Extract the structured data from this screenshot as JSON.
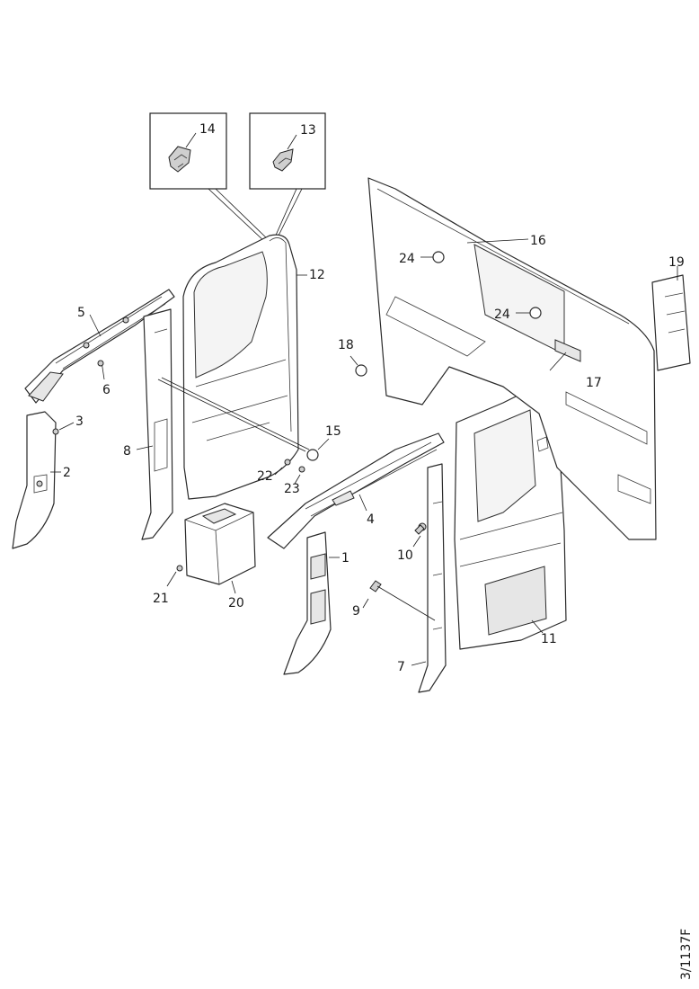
{
  "diagram": {
    "callouts": [
      {
        "id": "c14",
        "text": "14"
      },
      {
        "id": "c13",
        "text": "13"
      },
      {
        "id": "c12",
        "text": "12"
      },
      {
        "id": "c5",
        "text": "5"
      },
      {
        "id": "c6",
        "text": "6"
      },
      {
        "id": "c3",
        "text": "3"
      },
      {
        "id": "c2",
        "text": "2"
      },
      {
        "id": "c8",
        "text": "8"
      },
      {
        "id": "c15",
        "text": "15"
      },
      {
        "id": "c22",
        "text": "22"
      },
      {
        "id": "c23",
        "text": "23"
      },
      {
        "id": "c21",
        "text": "21"
      },
      {
        "id": "c20",
        "text": "20"
      },
      {
        "id": "c1",
        "text": "1"
      },
      {
        "id": "c4",
        "text": "4"
      },
      {
        "id": "c10",
        "text": "10"
      },
      {
        "id": "c9",
        "text": "9"
      },
      {
        "id": "c7",
        "text": "7"
      },
      {
        "id": "c11",
        "text": "11"
      },
      {
        "id": "c16",
        "text": "16"
      },
      {
        "id": "c19",
        "text": "19"
      },
      {
        "id": "c24a",
        "text": "24"
      },
      {
        "id": "c24b",
        "text": "24"
      },
      {
        "id": "c18",
        "text": "18"
      },
      {
        "id": "c17",
        "text": "17"
      }
    ],
    "reference_code": "3/1137F"
  }
}
